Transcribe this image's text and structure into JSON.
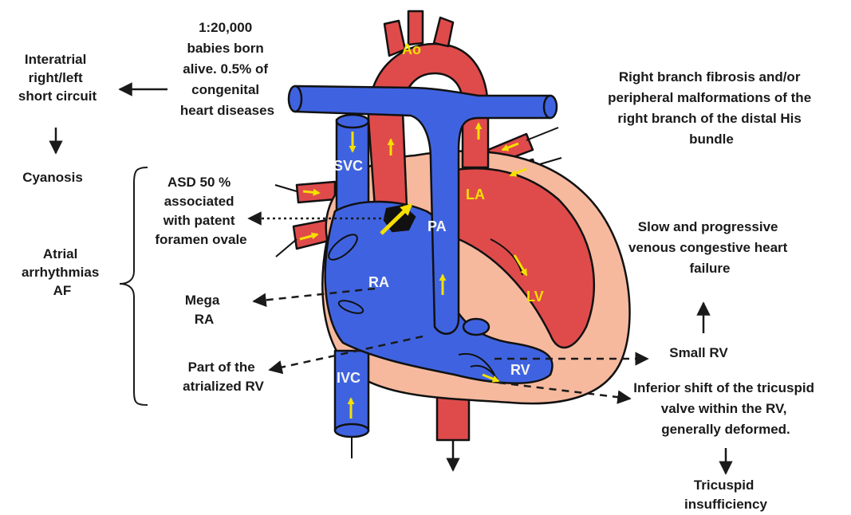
{
  "colors": {
    "blue": "#3f63e0",
    "red": "#df4b4b",
    "pink": "#f6b99e",
    "arrow_yellow": "#f5e000",
    "text": "#1a1a1a"
  },
  "heart_labels": {
    "ao": "Ao",
    "svc": "SVC",
    "pa": "PA",
    "la": "LA",
    "ra": "RA",
    "lv": "LV",
    "rv": "RV",
    "ivc": "IVC"
  },
  "left": {
    "interatrial": [
      "Interatrial",
      "right/left",
      "short circuit"
    ],
    "cyanosis": "Cyanosis",
    "atrial_arrhythmias": [
      "Atrial",
      "arrhythmias",
      "AF"
    ]
  },
  "center": {
    "prevalence": [
      "1:20,000",
      "babies born",
      "alive. 0.5% of",
      "congenital",
      "heart diseases"
    ],
    "asd": [
      "ASD 50 %",
      "associated",
      "with patent",
      "foramen ovale"
    ],
    "mega_ra": [
      "Mega",
      "RA"
    ],
    "atrialized_rv": [
      "Part of the",
      "atrialized RV"
    ]
  },
  "right": {
    "fibrosis": [
      "Right branch fibrosis and/or",
      "peripheral malformations  of the",
      "right branch of the distal His",
      "bundle"
    ],
    "heart_failure": [
      "Slow and progressive",
      "venous congestive heart",
      "failure"
    ],
    "small_rv": "Small RV",
    "tricuspid_shift": [
      "Inferior shift of the tricuspid",
      "valve within the RV,",
      "generally deformed."
    ],
    "tricuspid_insufficiency": [
      "Tricuspid",
      "insufficiency"
    ]
  }
}
